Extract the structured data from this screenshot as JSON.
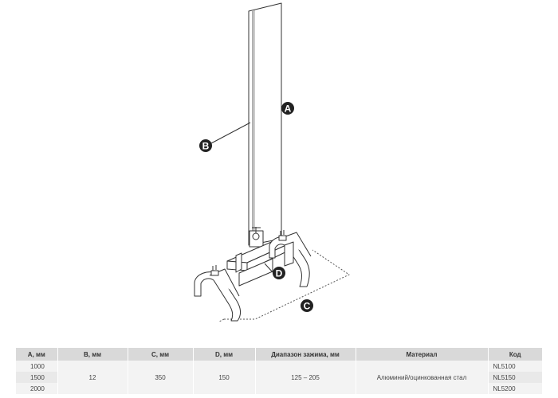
{
  "callouts": {
    "a": "A",
    "b": "B",
    "c": "C",
    "d": "D"
  },
  "table": {
    "headers": [
      "А, мм",
      "В, мм",
      "С, мм",
      "D, мм",
      "Диапазон зажима, мм",
      "Материал",
      "Код"
    ],
    "col_a": [
      "1000",
      "1500",
      "2000"
    ],
    "col_b": "12",
    "col_c": "350",
    "col_d": "150",
    "clamp_range": "125 – 205",
    "material": "Алюминий/оцинкованная стал",
    "codes": [
      "NL5100",
      "NL5150",
      "NL5200"
    ]
  }
}
